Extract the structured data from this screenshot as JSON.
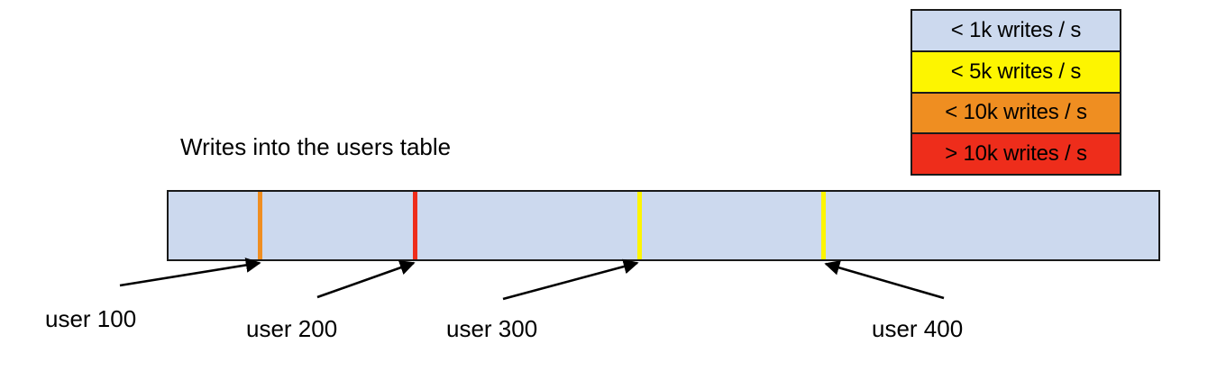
{
  "chart_data": {
    "type": "bar",
    "title": "Writes into the users table",
    "xlabel": "",
    "ylabel": "",
    "description": "A single horizontal range bar representing the users table keyspace, segmented by user-id boundary markers that are colored by write throughput.",
    "bar": {
      "fill_color": "#ccd9ee",
      "border_color": "#1a1a1a",
      "range_start_label": "",
      "range_end_label": ""
    },
    "categories": [
      "user 100",
      "user 200",
      "user 300",
      "user 400"
    ],
    "markers": [
      {
        "label": "user 100",
        "color": "#ef8e21",
        "bucket": "< 10k writes / s",
        "x_pct": 9.4
      },
      {
        "label": "user 200",
        "color": "#ee2d1b",
        "bucket": "> 10k writes / s",
        "x_pct": 24.9
      },
      {
        "label": "user 300",
        "color": "#fdf500",
        "bucket": "< 5k writes / s",
        "x_pct": 47.5
      },
      {
        "label": "user 400",
        "color": "#fdf500",
        "bucket": "< 5k writes / s",
        "x_pct": 66.0
      }
    ],
    "legend": {
      "position": "top-right",
      "entries": [
        {
          "label": "< 1k writes / s",
          "color": "#ccd9ee"
        },
        {
          "label": "< 5k writes / s",
          "color": "#fdf500"
        },
        {
          "label": "< 10k writes / s",
          "color": "#ef8e21"
        },
        {
          "label": "> 10k writes / s",
          "color": "#ee2d1b"
        }
      ]
    },
    "grid": false
  },
  "legend": {
    "entries": [
      {
        "label": "< 1k writes / s",
        "color": "#ccd9ee"
      },
      {
        "label": "< 5k writes / s",
        "color": "#fdf500"
      },
      {
        "label": "< 10k writes / s",
        "color": "#ef8e21"
      },
      {
        "label": "> 10k writes / s",
        "color": "#ee2d1b"
      }
    ]
  },
  "diagram": {
    "title": "Writes into the users table",
    "bar_fill": "#ccd9ee",
    "markers": [
      {
        "label": "user 100",
        "color": "#ef8e21"
      },
      {
        "label": "user 200",
        "color": "#ee2d1b"
      },
      {
        "label": "user 300",
        "color": "#fdf500"
      },
      {
        "label": "user 400",
        "color": "#fdf500"
      }
    ]
  }
}
